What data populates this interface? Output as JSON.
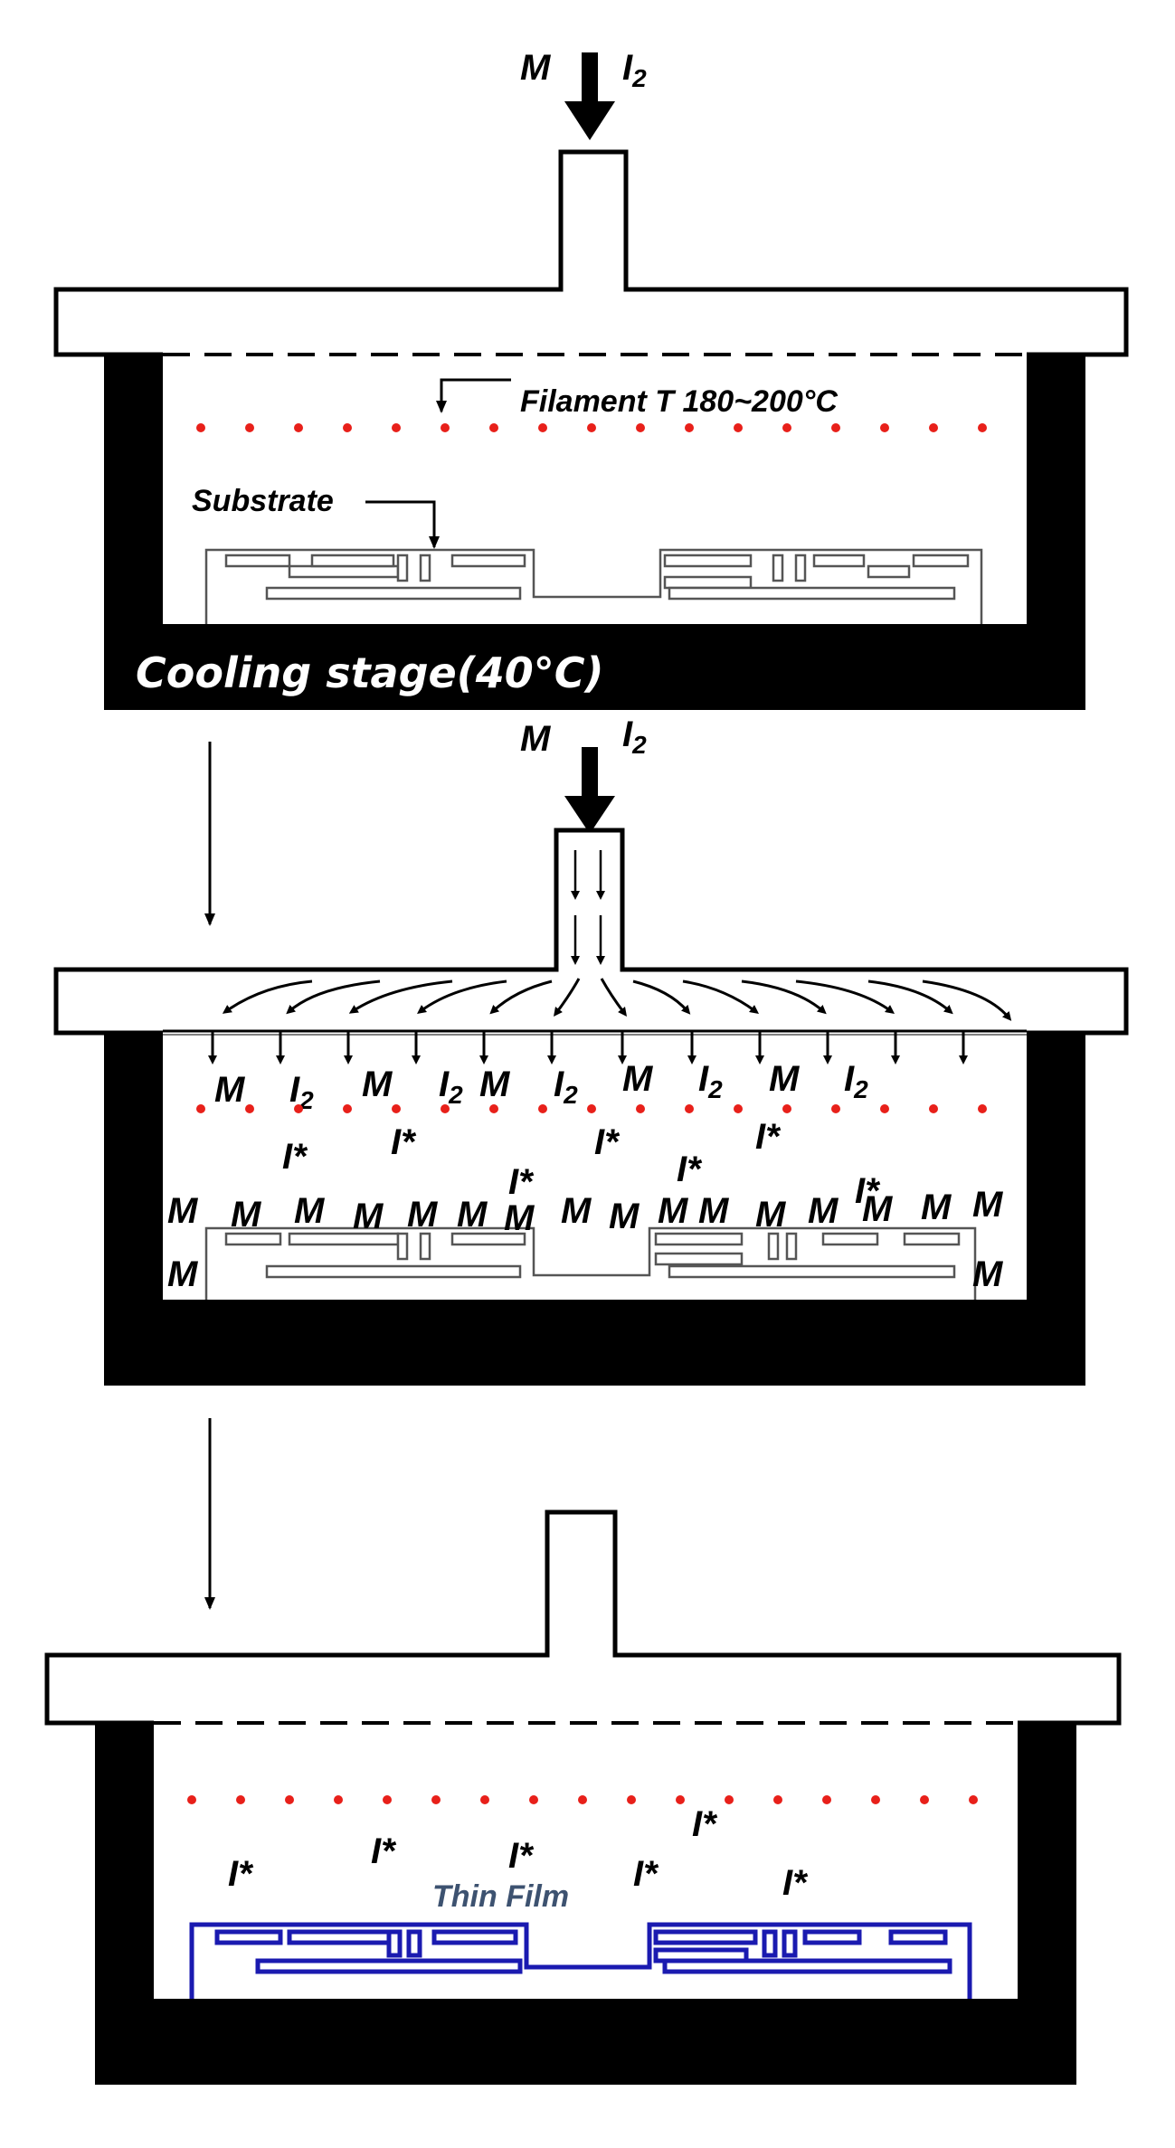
{
  "panel1": {
    "inlet_m": "M",
    "inlet_i": "I",
    "inlet_i_sub": "2",
    "filament_label": "Filament T 180~200°C",
    "substrate_label": "Substrate",
    "cooling_label": "Cooling stage(40°C)"
  },
  "panel2": {
    "inlet_m": "M",
    "inlet_i": "I",
    "inlet_i_sub": "2",
    "species_row": [
      "M",
      "I2",
      "M",
      "I2",
      "M",
      "I2",
      "M",
      "I2",
      "M",
      "I2"
    ],
    "radical_label": "I*",
    "monomer_label": "M"
  },
  "panel3": {
    "radical_label": "I*",
    "film_label": "Thin Film"
  },
  "colors": {
    "filament_dot": "#e8201a",
    "chamber_wall": "#000000",
    "film": "#1a1ab0",
    "film_label": "#3d5270"
  }
}
